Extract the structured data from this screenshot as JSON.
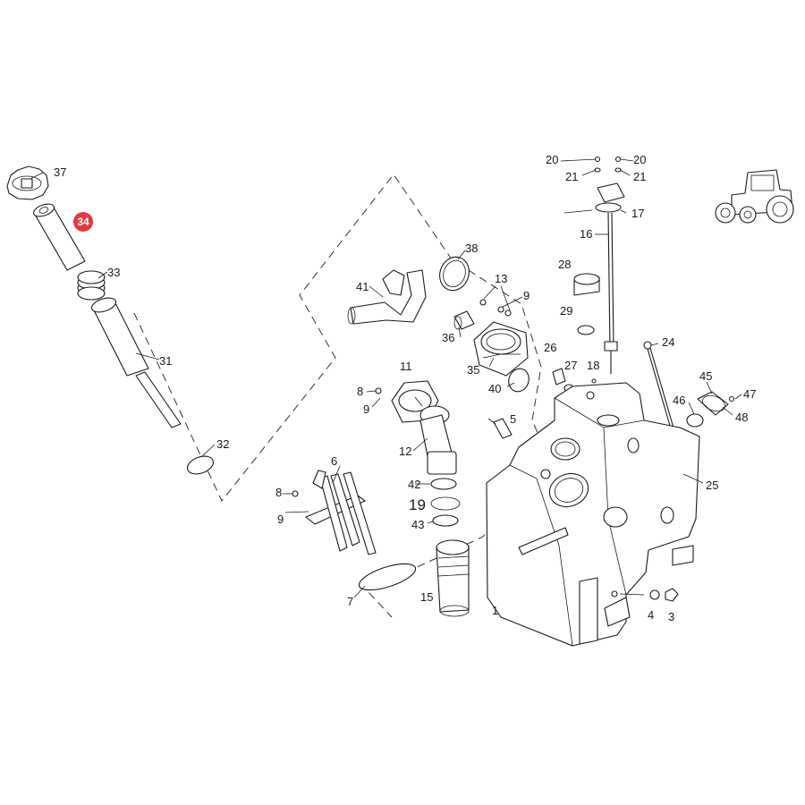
{
  "diagram": {
    "highlight_color": "#e03a3e",
    "highlighted_part": "34",
    "icon": "tractor-icon",
    "labels": {
      "p1": "1",
      "p3": "3",
      "p4": "4",
      "p5": "5",
      "p6": "6",
      "p7": "7",
      "p8a": "8",
      "p8b": "8",
      "p9a": "9",
      "p9b": "9",
      "p9c": "9",
      "p11": "11",
      "p12": "12",
      "p13": "13",
      "p15": "15",
      "p16": "16",
      "p17": "17",
      "p18": "18",
      "p19": "19",
      "p20a": "20",
      "p20b": "20",
      "p21a": "21",
      "p21b": "21",
      "p24": "24",
      "p25": "25",
      "p26": "26",
      "p27": "27",
      "p28": "28",
      "p29": "29",
      "p31": "31",
      "p32": "32",
      "p33": "33",
      "p34": "34",
      "p35": "35",
      "p36": "36",
      "p37": "37",
      "p38": "38",
      "p40": "40",
      "p41": "41",
      "p42": "42",
      "p43": "43",
      "p45": "45",
      "p46": "46",
      "p47": "47",
      "p48": "48"
    }
  }
}
